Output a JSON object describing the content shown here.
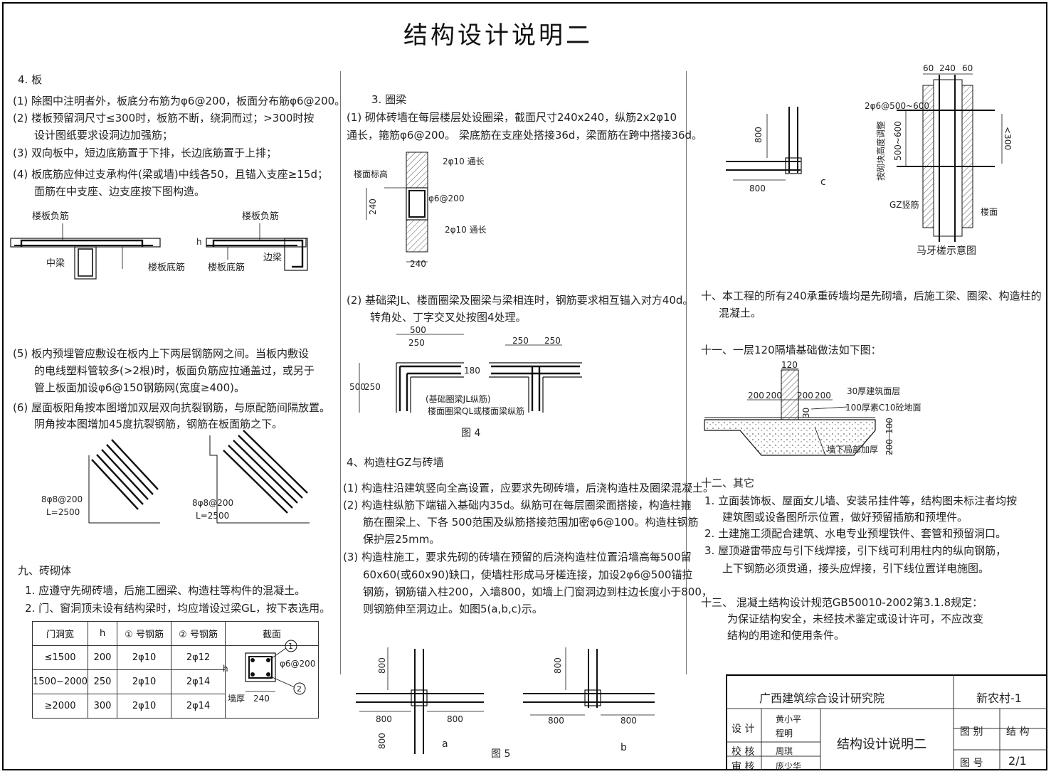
{
  "sheet": {
    "title": "结构设计说明二"
  },
  "left": {
    "s4_heading": "4. 板",
    "s4_items": [
      "(1) 除图中注明者外，板底分布筋为φ6@200，板面分布筋φ6@200。",
      "(2) 楼板预留洞尺寸≤300时，板筋不断，绕洞而过；>300时按",
      "设计图纸要求设洞边加强筋；",
      "(3) 双向板中，短边底筋置于下排，长边底筋置于上排；",
      "(4) 板底筋应伸过支承构件(梁或墙)中线各50，且锚入支座≥15d；",
      "面筋在中支座、边支座按下图构造。"
    ],
    "fig_slab": {
      "neg_bar_1": "楼板负筋",
      "neg_bar_2": "楼板负筋",
      "mid_beam": "中梁",
      "bottom_bar_1": "楼板底筋",
      "bottom_bar_2": "楼板底筋",
      "edge_beam": "边梁",
      "h": "h"
    },
    "s4_items_b": [
      "(5) 板内预埋管应敷设在板内上下两层钢筋网之间。当板内敷设",
      "的电线塑料管较多(>2根)时，板面负筋应拉通盖过，或另于",
      "管上板面加设φ6@150钢筋网(宽度≥400)。",
      "(6) 屋面板阳角按本图增加双层双向抗裂钢筋，与原配筋间隔放置。",
      "阴角按本图增加45度抗裂钢筋，钢筋在板面筋之下。"
    ],
    "fig_crack": {
      "bars_1": "8φ8@200",
      "len_1": "L=2500",
      "bars_2": "8φ8@200",
      "len_2": "L=2500"
    },
    "s9_heading": "九、砖砌体",
    "s9_items": [
      "1. 应遵守先砌砖墙，后施工圈梁、构造柱等构件的混凝土。",
      "2. 门、窗洞顶未设有结构梁时，均应增设过梁GL，按下表选用。"
    ],
    "lintel_table": {
      "headers": [
        "门洞宽",
        "h",
        "① 号钢筋",
        "② 号钢筋",
        "截面"
      ],
      "rows": [
        [
          "≤1500",
          "200",
          "2φ10",
          "2φ12"
        ],
        [
          "1500~2000",
          "250",
          "2φ10",
          "2φ14"
        ],
        [
          "≥2000",
          "300",
          "2φ10",
          "2φ14"
        ]
      ],
      "section_labels": {
        "mark1": "1",
        "mark2": "2",
        "stirrup": "φ6@200",
        "h": "h",
        "wall": "墙厚",
        "width": "240"
      }
    }
  },
  "middle": {
    "s3_heading": "3. 圈梁",
    "s3_items": [
      "(1) 砌体砖墙在每层楼层处设圈梁，截面尺寸240x240，纵筋2x2φ10",
      "通长，箍筋φ6@200。 梁底筋在支座处搭接36d，梁面筋在跨中搭接36d。"
    ],
    "fig_ringbeam": {
      "floor_level": "楼面标高",
      "top_bar": "2φ10 通长",
      "stirrup": "φ6@200",
      "bottom_bar": "2φ10 通长",
      "dim_h": "240",
      "dim_w": "240"
    },
    "s3_items_b": [
      "(2) 基础梁JL、楼面圈梁及圈梁与梁相连时，钢筋要求相互锚入对方40d。",
      "转角处、丁字交叉处按图4处理。"
    ],
    "fig4": {
      "d500a": "500",
      "d250a": "250",
      "d250b": "250",
      "d250c": "250",
      "d500v": "500",
      "d250v": "250",
      "d180": "180",
      "note1": "(基础圈梁JL纵筋)",
      "note2": "楼面圈梁QL或楼面梁纵筋",
      "caption": "图 4"
    },
    "s4_heading": "4、构造柱GZ与砖墙",
    "s4_items": [
      "(1) 构造柱沿建筑竖向全高设置，应要求先砌砖墙，后浇构造柱及圈梁混凝土。",
      "(2) 构造柱纵筋下端锚入基础内35d。纵筋可在每层圈梁面搭接，构造柱箍",
      "筋在圈梁上、下各 500范围及纵筋搭接范围加密φ6@100。构造柱钢筋",
      "保护层25mm。",
      "(3) 构造柱施工，要求先砌的砖墙在预留的后浇构造柱位置沿墙高每500留",
      "60x60(或60x90)缺口，使墙柱形成马牙槎连接，加设2φ6@500锚拉",
      "钢筋，钢筋锚入柱200，入墙800，如墙上门窗洞边到柱边长度小于800，",
      "则钢筋伸至洞边止。如图5(a,b,c)示。"
    ],
    "fig5": {
      "a800_top": "800",
      "a800_left": "800",
      "a800_right": "800",
      "a800_bottom": "800",
      "a_label": "a",
      "b800_top": "800",
      "b800_left": "800",
      "b800_right": "800",
      "b_label": "b",
      "caption": "图 5"
    }
  },
  "right": {
    "fig_c": {
      "d800v": "800",
      "d800h": "800",
      "label": "c"
    },
    "fig_teeth": {
      "d60a": "60",
      "d240": "240",
      "d60b": "60",
      "bar": "2φ6@500~600",
      "adjust": "按砌块高度调整",
      "range": "500~600",
      "max": "<300",
      "gz_bar": "GZ竖筋",
      "floor": "楼面",
      "caption": "马牙槎示意图"
    },
    "s10": [
      "十、本工程的所有240承重砖墙均是先砌墙，后施工梁、圈梁、构造柱的",
      "混凝土。"
    ],
    "s11_heading": "十一、一层120隔墙基础做法如下图：",
    "fig_found": {
      "d120": "120",
      "d200a": "200",
      "d200b": "200",
      "d200c": "200",
      "d200d": "200",
      "layer1": "30厚建筑面层",
      "layer2": "100厚素C10砼地面",
      "d30": "30",
      "d100": "100",
      "d200v": "200",
      "note": "墙下局部加厚"
    },
    "s12_heading": "十二、其它",
    "s12_items": [
      "1. 立面装饰板、屋面女儿墙、安装吊挂件等，结构图未标注者均按",
      "建筑图或设备图所示位置，做好预留插筋和预埋件。",
      "2. 土建施工须配合建筑、水电专业预埋铁件、套管和预留洞口。",
      "3. 屋顶避雷带应与引下线焊接，引下线可利用柱内的纵向钢筋，",
      "上下钢筋必须贯通，接头应焊接，引下线位置详电施图。"
    ],
    "s13": [
      "十三、 混凝土结构设计规范GB50010-2002第3.1.8规定：",
      "为保证结构安全，未经技术鉴定或设计许可，不应改变",
      "结构的用途和使用条件。"
    ]
  },
  "title_block": {
    "institute": "广西建筑综合设计研究院",
    "project": "新农村-1",
    "design_label": "设 计",
    "designer1": "黄小平",
    "designer2": "程明",
    "check_label": "校 核",
    "checker": "周琪",
    "review_label": "审 核",
    "reviewer": "庞少华",
    "drawing_title": "结构设计说明二",
    "category_label": "图 别",
    "category": "结 构",
    "number_label": "图 号",
    "number": "2/1"
  }
}
